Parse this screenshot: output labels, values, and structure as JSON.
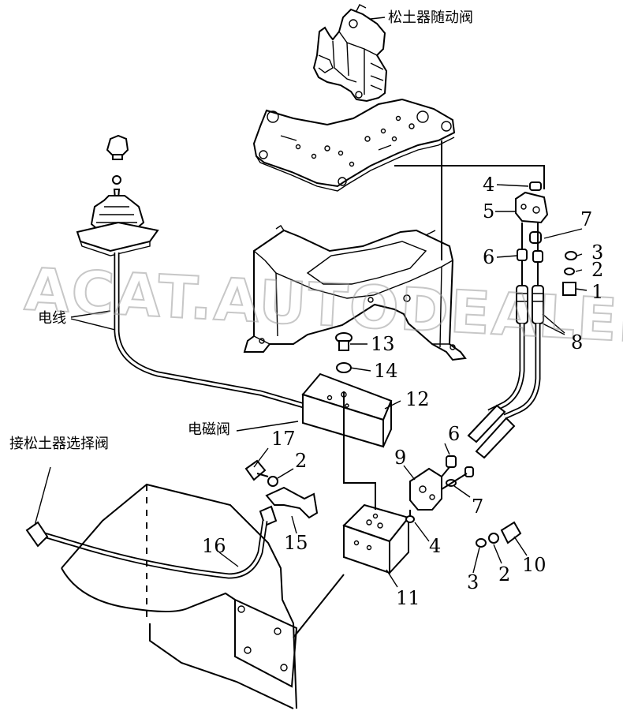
{
  "watermark": "ACAT.AUTODEALER.RU",
  "labels": {
    "follow_valve": "松土器随动阀",
    "wire": "电线",
    "solenoid_valve": "电磁阀",
    "to_selector_valve": "接松土器选择阀"
  },
  "callouts": {
    "c1": "1",
    "c2a": "2",
    "c3a": "3",
    "c4a": "4",
    "c5": "5",
    "c6a": "6",
    "c7a": "7",
    "c8": "8",
    "c13": "13",
    "c14": "14",
    "c12": "12",
    "c17": "17",
    "c2b": "2",
    "c6b": "6",
    "c9": "9",
    "c7b": "7",
    "c4b": "4",
    "c15": "15",
    "c16": "16",
    "c11": "11",
    "c3b": "3",
    "c2c": "2",
    "c10": "10"
  }
}
